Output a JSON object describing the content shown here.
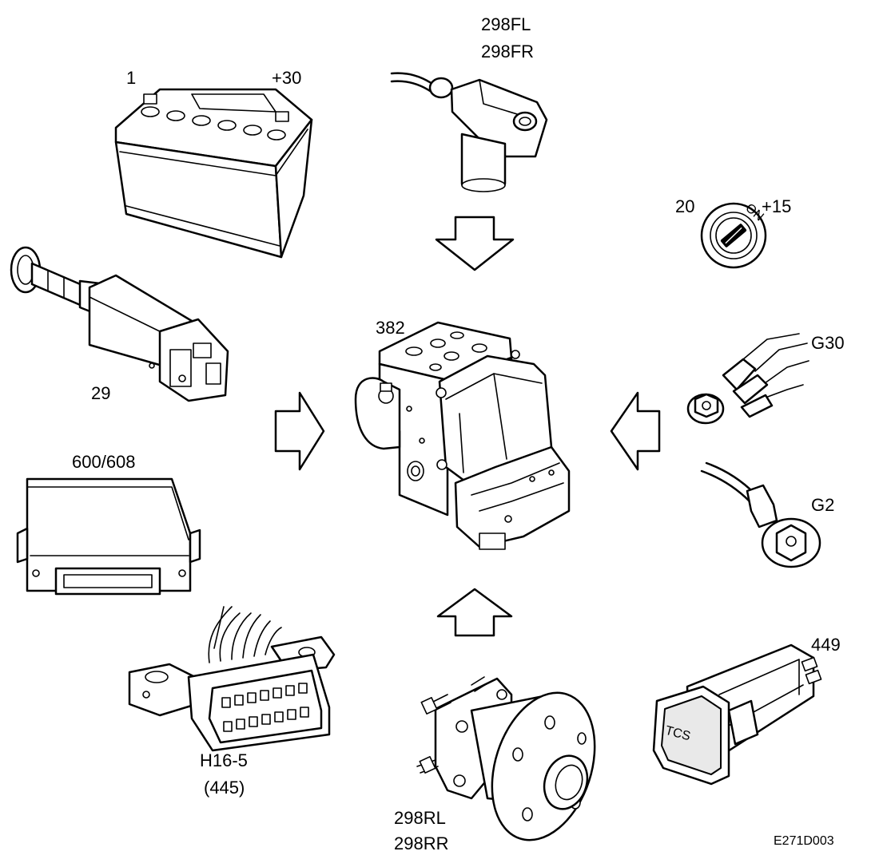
{
  "diagram": {
    "figure_code": "E271D003",
    "central_unit": {
      "label": "382"
    },
    "components": [
      {
        "id": "battery",
        "labels": [
          "1",
          "+30"
        ]
      },
      {
        "id": "wheel-sensor-front",
        "labels": [
          "298FL",
          "298FR"
        ]
      },
      {
        "id": "ignition-switch",
        "labels": [
          "20",
          "+15"
        ],
        "marking": "ON"
      },
      {
        "id": "brake-light-switch",
        "labels": [
          "29"
        ]
      },
      {
        "id": "ground-points",
        "labels": [
          "G30",
          "G2"
        ]
      },
      {
        "id": "control-module",
        "labels": [
          "600/608"
        ]
      },
      {
        "id": "diagnostic-connector",
        "labels": [
          "H16-5",
          "(445)"
        ]
      },
      {
        "id": "wheel-sensor-rear",
        "labels": [
          "298RL",
          "298RR"
        ]
      },
      {
        "id": "tcs-switch",
        "labels": [
          "449"
        ],
        "marking": "TCS"
      }
    ]
  }
}
